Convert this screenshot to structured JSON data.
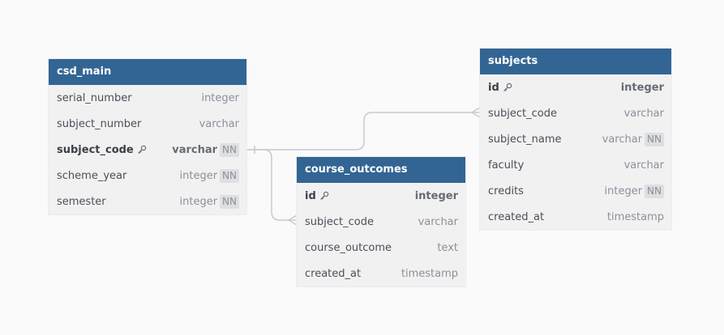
{
  "tables": [
    {
      "name": "csd_main",
      "fields": [
        {
          "name": "serial_number",
          "type": "integer",
          "pk": false,
          "key": false,
          "nn": false
        },
        {
          "name": "subject_number",
          "type": "varchar",
          "pk": false,
          "key": false,
          "nn": false
        },
        {
          "name": "subject_code",
          "type": "varchar",
          "pk": true,
          "key": true,
          "nn": true
        },
        {
          "name": "scheme_year",
          "type": "integer",
          "pk": false,
          "key": false,
          "nn": true
        },
        {
          "name": "semester",
          "type": "integer",
          "pk": false,
          "key": false,
          "nn": true
        }
      ]
    },
    {
      "name": "course_outcomes",
      "fields": [
        {
          "name": "id",
          "type": "integer",
          "pk": true,
          "key": true,
          "nn": false
        },
        {
          "name": "subject_code",
          "type": "varchar",
          "pk": false,
          "key": false,
          "nn": false
        },
        {
          "name": "course_outcome",
          "type": "text",
          "pk": false,
          "key": false,
          "nn": false
        },
        {
          "name": "created_at",
          "type": "timestamp",
          "pk": false,
          "key": false,
          "nn": false
        }
      ]
    },
    {
      "name": "subjects",
      "fields": [
        {
          "name": "id",
          "type": "integer",
          "pk": true,
          "key": true,
          "nn": false
        },
        {
          "name": "subject_code",
          "type": "varchar",
          "pk": false,
          "key": false,
          "nn": false
        },
        {
          "name": "subject_name",
          "type": "varchar",
          "pk": false,
          "key": false,
          "nn": true
        },
        {
          "name": "faculty",
          "type": "varchar",
          "pk": false,
          "key": false,
          "nn": false
        },
        {
          "name": "credits",
          "type": "integer",
          "pk": false,
          "key": false,
          "nn": true
        },
        {
          "name": "created_at",
          "type": "timestamp",
          "pk": false,
          "key": false,
          "nn": false
        }
      ]
    }
  ],
  "nn_label": "NN",
  "relations": [
    {
      "from": "csd_main.subject_code",
      "to": "subjects.subject_code",
      "from_card": "one",
      "to_card": "many"
    },
    {
      "from": "csd_main.subject_code",
      "to": "course_outcomes.subject_code",
      "from_card": "one",
      "to_card": "many"
    }
  ],
  "colors": {
    "header": "#326594",
    "connector": "#c9c9cc",
    "background": "#fafafb"
  }
}
